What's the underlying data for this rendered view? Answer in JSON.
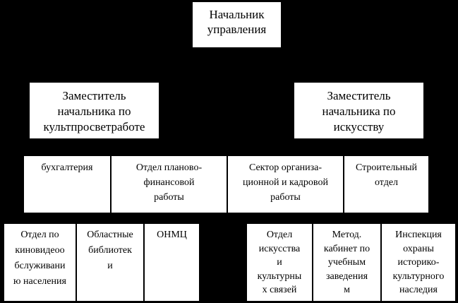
{
  "colors": {
    "background": "#000000",
    "box_fill": "#ffffff",
    "box_text": "#000000"
  },
  "boxes": {
    "head": {
      "text": "Начальник\nуправления"
    },
    "deputy_culture": {
      "text": "Заместитель\nначальника по\nкультпросветработе"
    },
    "deputy_arts": {
      "text": "Заместитель\nначальника по\nискусству"
    },
    "accounting": {
      "text": "бухгалтерия"
    },
    "planning_finance": {
      "text": "Отдел планово-\nфинансовой\nработы"
    },
    "org_personnel_sector": {
      "text": "Сектор организа-\nционной и кадровой\nработы"
    },
    "construction": {
      "text": "Строительный\nотдел"
    },
    "cinema_video_service": {
      "text": "Отдел по\nкиновидеоо\nбслуживани\nю населения"
    },
    "regional_libraries": {
      "text": "Областные\nбиблиотек\nи"
    },
    "onmc": {
      "text": "ОНМЦ"
    },
    "arts_cultural_relations": {
      "text": "Отдел\nискусства\nи\nкультурны\nх связей"
    },
    "method_cabinet": {
      "text": "Метод.\nкабинет по\nучебным\nзаведения\nм"
    },
    "heritage_inspection": {
      "text": "Инспекция\nохраны\nисторико-\nкультурного\nнаследия"
    }
  }
}
